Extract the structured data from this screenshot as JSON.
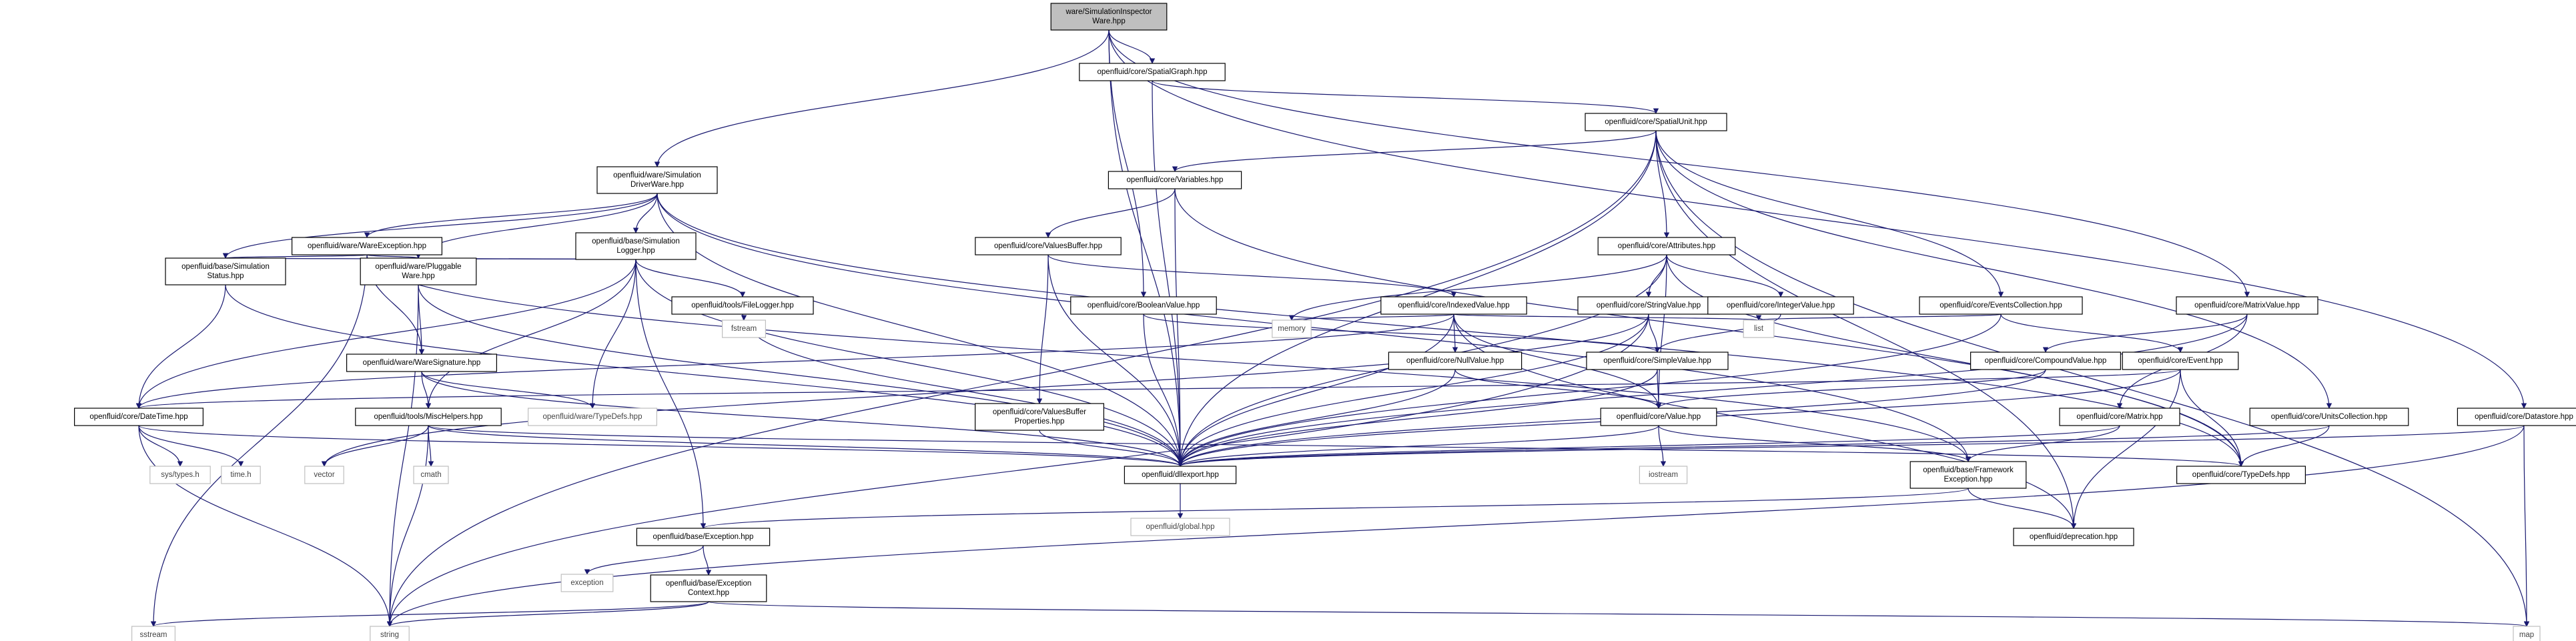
{
  "colors": {
    "edge": "#191970",
    "root_fill": "#bfbfbf",
    "box_border": "#000000",
    "external_border": "#bfbfbf",
    "background": "#ffffff"
  },
  "nodes": [
    {
      "id": "root",
      "lines": [
        "ware/SimulationInspector",
        "Ware.hpp"
      ],
      "kind": "root"
    },
    {
      "id": "spatialgraph",
      "lines": [
        "openfluid/core/SpatialGraph.hpp"
      ],
      "kind": "internal"
    },
    {
      "id": "spatialunit",
      "lines": [
        "openfluid/core/SpatialUnit.hpp"
      ],
      "kind": "internal"
    },
    {
      "id": "simdriverware",
      "lines": [
        "openfluid/ware/Simulation",
        "DriverWare.hpp"
      ],
      "kind": "internal"
    },
    {
      "id": "variables",
      "lines": [
        "openfluid/core/Variables.hpp"
      ],
      "kind": "internal"
    },
    {
      "id": "wareexception",
      "lines": [
        "openfluid/ware/WareException.hpp"
      ],
      "kind": "internal"
    },
    {
      "id": "simlogger",
      "lines": [
        "openfluid/base/Simulation",
        "Logger.hpp"
      ],
      "kind": "internal"
    },
    {
      "id": "valuesbuffer",
      "lines": [
        "openfluid/core/ValuesBuffer.hpp"
      ],
      "kind": "internal"
    },
    {
      "id": "attributes",
      "lines": [
        "openfluid/core/Attributes.hpp"
      ],
      "kind": "internal"
    },
    {
      "id": "simstatus",
      "lines": [
        "openfluid/base/Simulation",
        "Status.hpp"
      ],
      "kind": "internal"
    },
    {
      "id": "pluggableware",
      "lines": [
        "openfluid/ware/Pluggable",
        "Ware.hpp"
      ],
      "kind": "internal"
    },
    {
      "id": "filelogger",
      "lines": [
        "openfluid/tools/FileLogger.hpp"
      ],
      "kind": "internal"
    },
    {
      "id": "booleanvalue",
      "lines": [
        "openfluid/core/BooleanValue.hpp"
      ],
      "kind": "internal"
    },
    {
      "id": "indexedvalue",
      "lines": [
        "openfluid/core/IndexedValue.hpp"
      ],
      "kind": "internal"
    },
    {
      "id": "stringvalue",
      "lines": [
        "openfluid/core/StringValue.hpp"
      ],
      "kind": "internal"
    },
    {
      "id": "integervalue",
      "lines": [
        "openfluid/core/IntegerValue.hpp"
      ],
      "kind": "internal"
    },
    {
      "id": "eventscoll",
      "lines": [
        "openfluid/core/EventsCollection.hpp"
      ],
      "kind": "internal"
    },
    {
      "id": "matrixvalue",
      "lines": [
        "openfluid/core/MatrixValue.hpp"
      ],
      "kind": "internal"
    },
    {
      "id": "fstream",
      "lines": [
        "fstream"
      ],
      "kind": "external"
    },
    {
      "id": "memory",
      "lines": [
        "memory"
      ],
      "kind": "external"
    },
    {
      "id": "list",
      "lines": [
        "list"
      ],
      "kind": "external"
    },
    {
      "id": "waresignature",
      "lines": [
        "openfluid/ware/WareSignature.hpp"
      ],
      "kind": "internal"
    },
    {
      "id": "nullvalue",
      "lines": [
        "openfluid/core/NullValue.hpp"
      ],
      "kind": "internal"
    },
    {
      "id": "simplevalue",
      "lines": [
        "openfluid/core/SimpleValue.hpp"
      ],
      "kind": "internal"
    },
    {
      "id": "compoundvalue",
      "lines": [
        "openfluid/core/CompoundValue.hpp"
      ],
      "kind": "internal"
    },
    {
      "id": "event",
      "lines": [
        "openfluid/core/Event.hpp"
      ],
      "kind": "internal"
    },
    {
      "id": "datetime",
      "lines": [
        "openfluid/core/DateTime.hpp"
      ],
      "kind": "internal"
    },
    {
      "id": "mischelpers",
      "lines": [
        "openfluid/tools/MiscHelpers.hpp"
      ],
      "kind": "internal"
    },
    {
      "id": "waretypedefs",
      "lines": [
        "openfluid/ware/TypeDefs.hpp"
      ],
      "kind": "external"
    },
    {
      "id": "valuesbufferprops",
      "lines": [
        "openfluid/core/ValuesBuffer",
        "Properties.hpp"
      ],
      "kind": "internal"
    },
    {
      "id": "value",
      "lines": [
        "openfluid/core/Value.hpp"
      ],
      "kind": "internal"
    },
    {
      "id": "matrix",
      "lines": [
        "openfluid/core/Matrix.hpp"
      ],
      "kind": "internal"
    },
    {
      "id": "unitscoll",
      "lines": [
        "openfluid/core/UnitsCollection.hpp"
      ],
      "kind": "internal"
    },
    {
      "id": "datastore",
      "lines": [
        "openfluid/core/Datastore.hpp"
      ],
      "kind": "internal"
    },
    {
      "id": "systypes",
      "lines": [
        "sys/types.h"
      ],
      "kind": "external"
    },
    {
      "id": "timeh",
      "lines": [
        "time.h"
      ],
      "kind": "external"
    },
    {
      "id": "vector",
      "lines": [
        "vector"
      ],
      "kind": "external"
    },
    {
      "id": "cmath",
      "lines": [
        "cmath"
      ],
      "kind": "external"
    },
    {
      "id": "dllexport",
      "lines": [
        "openfluid/dllexport.hpp"
      ],
      "kind": "internal"
    },
    {
      "id": "coretypedefs",
      "lines": [
        "openfluid/core/TypeDefs.hpp"
      ],
      "kind": "internal"
    },
    {
      "id": "iostream",
      "lines": [
        "iostream"
      ],
      "kind": "external"
    },
    {
      "id": "fwexception",
      "lines": [
        "openfluid/base/Framework",
        "Exception.hpp"
      ],
      "kind": "internal"
    },
    {
      "id": "global",
      "lines": [
        "openfluid/global.hpp"
      ],
      "kind": "external"
    },
    {
      "id": "baseexception",
      "lines": [
        "openfluid/base/Exception.hpp"
      ],
      "kind": "internal"
    },
    {
      "id": "deprecation",
      "lines": [
        "openfluid/deprecation.hpp"
      ],
      "kind": "internal"
    },
    {
      "id": "exception",
      "lines": [
        "exception"
      ],
      "kind": "external"
    },
    {
      "id": "exccontext",
      "lines": [
        "openfluid/base/Exception",
        "Context.hpp"
      ],
      "kind": "internal"
    },
    {
      "id": "sstream",
      "lines": [
        "sstream"
      ],
      "kind": "external"
    },
    {
      "id": "string",
      "lines": [
        "string"
      ],
      "kind": "external"
    },
    {
      "id": "map",
      "lines": [
        "map"
      ],
      "kind": "external"
    }
  ],
  "edges": [
    [
      "root",
      "spatialgraph"
    ],
    [
      "root",
      "simdriverware"
    ],
    [
      "root",
      "booleanvalue"
    ],
    [
      "root",
      "matrixvalue"
    ],
    [
      "root",
      "datastore"
    ],
    [
      "root",
      "dllexport"
    ],
    [
      "spatialgraph",
      "spatialunit"
    ],
    [
      "spatialgraph",
      "dllexport"
    ],
    [
      "spatialunit",
      "variables"
    ],
    [
      "spatialunit",
      "attributes"
    ],
    [
      "spatialunit",
      "eventscoll"
    ],
    [
      "spatialunit",
      "unitscoll"
    ],
    [
      "spatialunit",
      "dllexport"
    ],
    [
      "spatialunit",
      "deprecation"
    ],
    [
      "spatialunit",
      "map"
    ],
    [
      "spatialunit",
      "string"
    ],
    [
      "simdriverware",
      "wareexception"
    ],
    [
      "simdriverware",
      "simlogger"
    ],
    [
      "simdriverware",
      "simstatus"
    ],
    [
      "simdriverware",
      "pluggableware"
    ],
    [
      "simdriverware",
      "dllexport"
    ],
    [
      "simdriverware",
      "coretypedefs"
    ],
    [
      "simdriverware",
      "fwexception"
    ],
    [
      "variables",
      "valuesbuffer"
    ],
    [
      "variables",
      "dllexport"
    ],
    [
      "variables",
      "coretypedefs"
    ],
    [
      "wareexception",
      "simstatus"
    ],
    [
      "wareexception",
      "pluggableware"
    ],
    [
      "wareexception",
      "waresignature"
    ],
    [
      "wareexception",
      "fwexception"
    ],
    [
      "wareexception",
      "sstream"
    ],
    [
      "simlogger",
      "simstatus"
    ],
    [
      "simlogger",
      "pluggableware"
    ],
    [
      "simlogger",
      "filelogger"
    ],
    [
      "simlogger",
      "datetime"
    ],
    [
      "simlogger",
      "mischelpers"
    ],
    [
      "simlogger",
      "waretypedefs"
    ],
    [
      "simlogger",
      "dllexport"
    ],
    [
      "simlogger",
      "baseexception"
    ],
    [
      "valuesbuffer",
      "indexedvalue"
    ],
    [
      "valuesbuffer",
      "valuesbufferprops"
    ],
    [
      "valuesbuffer",
      "dllexport"
    ],
    [
      "attributes",
      "stringvalue"
    ],
    [
      "attributes",
      "integervalue"
    ],
    [
      "attributes",
      "memory"
    ],
    [
      "attributes",
      "value"
    ],
    [
      "attributes",
      "dllexport"
    ],
    [
      "attributes",
      "coretypedefs"
    ],
    [
      "simstatus",
      "datetime"
    ],
    [
      "simstatus",
      "dllexport"
    ],
    [
      "pluggableware",
      "waresignature"
    ],
    [
      "pluggableware",
      "dllexport"
    ],
    [
      "pluggableware",
      "string"
    ],
    [
      "filelogger",
      "fstream"
    ],
    [
      "filelogger",
      "dllexport"
    ],
    [
      "booleanvalue",
      "simplevalue"
    ],
    [
      "booleanvalue",
      "dllexport"
    ],
    [
      "indexedvalue",
      "nullvalue"
    ],
    [
      "indexedvalue",
      "value"
    ],
    [
      "indexedvalue",
      "list"
    ],
    [
      "indexedvalue",
      "memory"
    ],
    [
      "indexedvalue",
      "datetime"
    ],
    [
      "indexedvalue",
      "dllexport"
    ],
    [
      "indexedvalue",
      "deprecation"
    ],
    [
      "stringvalue",
      "simplevalue"
    ],
    [
      "stringvalue",
      "dllexport"
    ],
    [
      "stringvalue",
      "vector"
    ],
    [
      "stringvalue",
      "string"
    ],
    [
      "integervalue",
      "simplevalue"
    ],
    [
      "eventscoll",
      "event"
    ],
    [
      "eventscoll",
      "list"
    ],
    [
      "eventscoll",
      "dllexport"
    ],
    [
      "matrixvalue",
      "compoundvalue"
    ],
    [
      "matrixvalue",
      "matrix"
    ],
    [
      "matrixvalue",
      "dllexport"
    ],
    [
      "waresignature",
      "mischelpers"
    ],
    [
      "waresignature",
      "waretypedefs"
    ],
    [
      "waresignature",
      "dllexport"
    ],
    [
      "nullvalue",
      "value"
    ],
    [
      "nullvalue",
      "dllexport"
    ],
    [
      "simplevalue",
      "value"
    ],
    [
      "simplevalue",
      "dllexport"
    ],
    [
      "compoundvalue",
      "value"
    ],
    [
      "compoundvalue",
      "dllexport"
    ],
    [
      "event",
      "datetime"
    ],
    [
      "event",
      "coretypedefs"
    ],
    [
      "event",
      "dllexport"
    ],
    [
      "event",
      "deprecation"
    ],
    [
      "datetime",
      "systypes"
    ],
    [
      "datetime",
      "timeh"
    ],
    [
      "datetime",
      "string"
    ],
    [
      "datetime",
      "dllexport"
    ],
    [
      "mischelpers",
      "vector"
    ],
    [
      "mischelpers",
      "cmath"
    ],
    [
      "mischelpers",
      "string"
    ],
    [
      "mischelpers",
      "dllexport"
    ],
    [
      "mischelpers",
      "coretypedefs"
    ],
    [
      "valuesbufferprops",
      "dllexport"
    ],
    [
      "value",
      "iostream"
    ],
    [
      "value",
      "dllexport"
    ],
    [
      "value",
      "fwexception"
    ],
    [
      "matrix",
      "fwexception"
    ],
    [
      "matrix",
      "dllexport"
    ],
    [
      "unitscoll",
      "coretypedefs"
    ],
    [
      "unitscoll",
      "dllexport"
    ],
    [
      "datastore",
      "map"
    ],
    [
      "datastore",
      "string"
    ],
    [
      "datastore",
      "dllexport"
    ],
    [
      "dllexport",
      "global"
    ],
    [
      "fwexception",
      "baseexception"
    ],
    [
      "fwexception",
      "deprecation"
    ],
    [
      "baseexception",
      "exception"
    ],
    [
      "baseexception",
      "exccontext"
    ],
    [
      "exccontext",
      "map"
    ],
    [
      "exccontext",
      "string"
    ],
    [
      "exccontext",
      "sstream"
    ]
  ]
}
